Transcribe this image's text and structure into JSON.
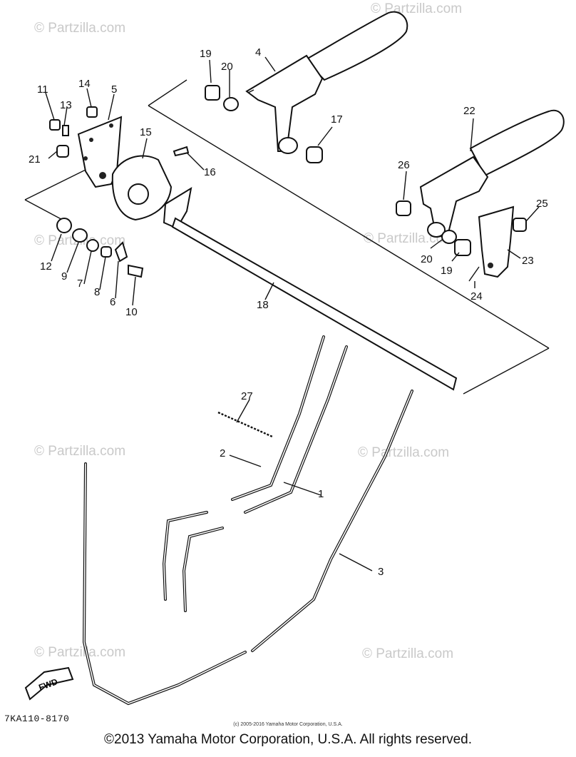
{
  "watermark": {
    "text": "© Partzilla.com"
  },
  "callouts": [
    "1",
    "2",
    "3",
    "4",
    "5",
    "6",
    "7",
    "8",
    "9",
    "10",
    "11",
    "12",
    "13",
    "14",
    "15",
    "16",
    "17",
    "18",
    "19",
    "20",
    "21",
    "22",
    "23",
    "24",
    "25",
    "26",
    "27"
  ],
  "callout_dupes": {
    "n19b": "19",
    "n20b": "20"
  },
  "fwd_label": "FWD",
  "drawing_code": "7KA110-8170",
  "copyright_small": "(c) 2005-2016 Yamaha Motor Corporation, U.S.A.",
  "copyright_main": "©2013 Yamaha Motor Corporation, U.S.A. All rights reserved."
}
